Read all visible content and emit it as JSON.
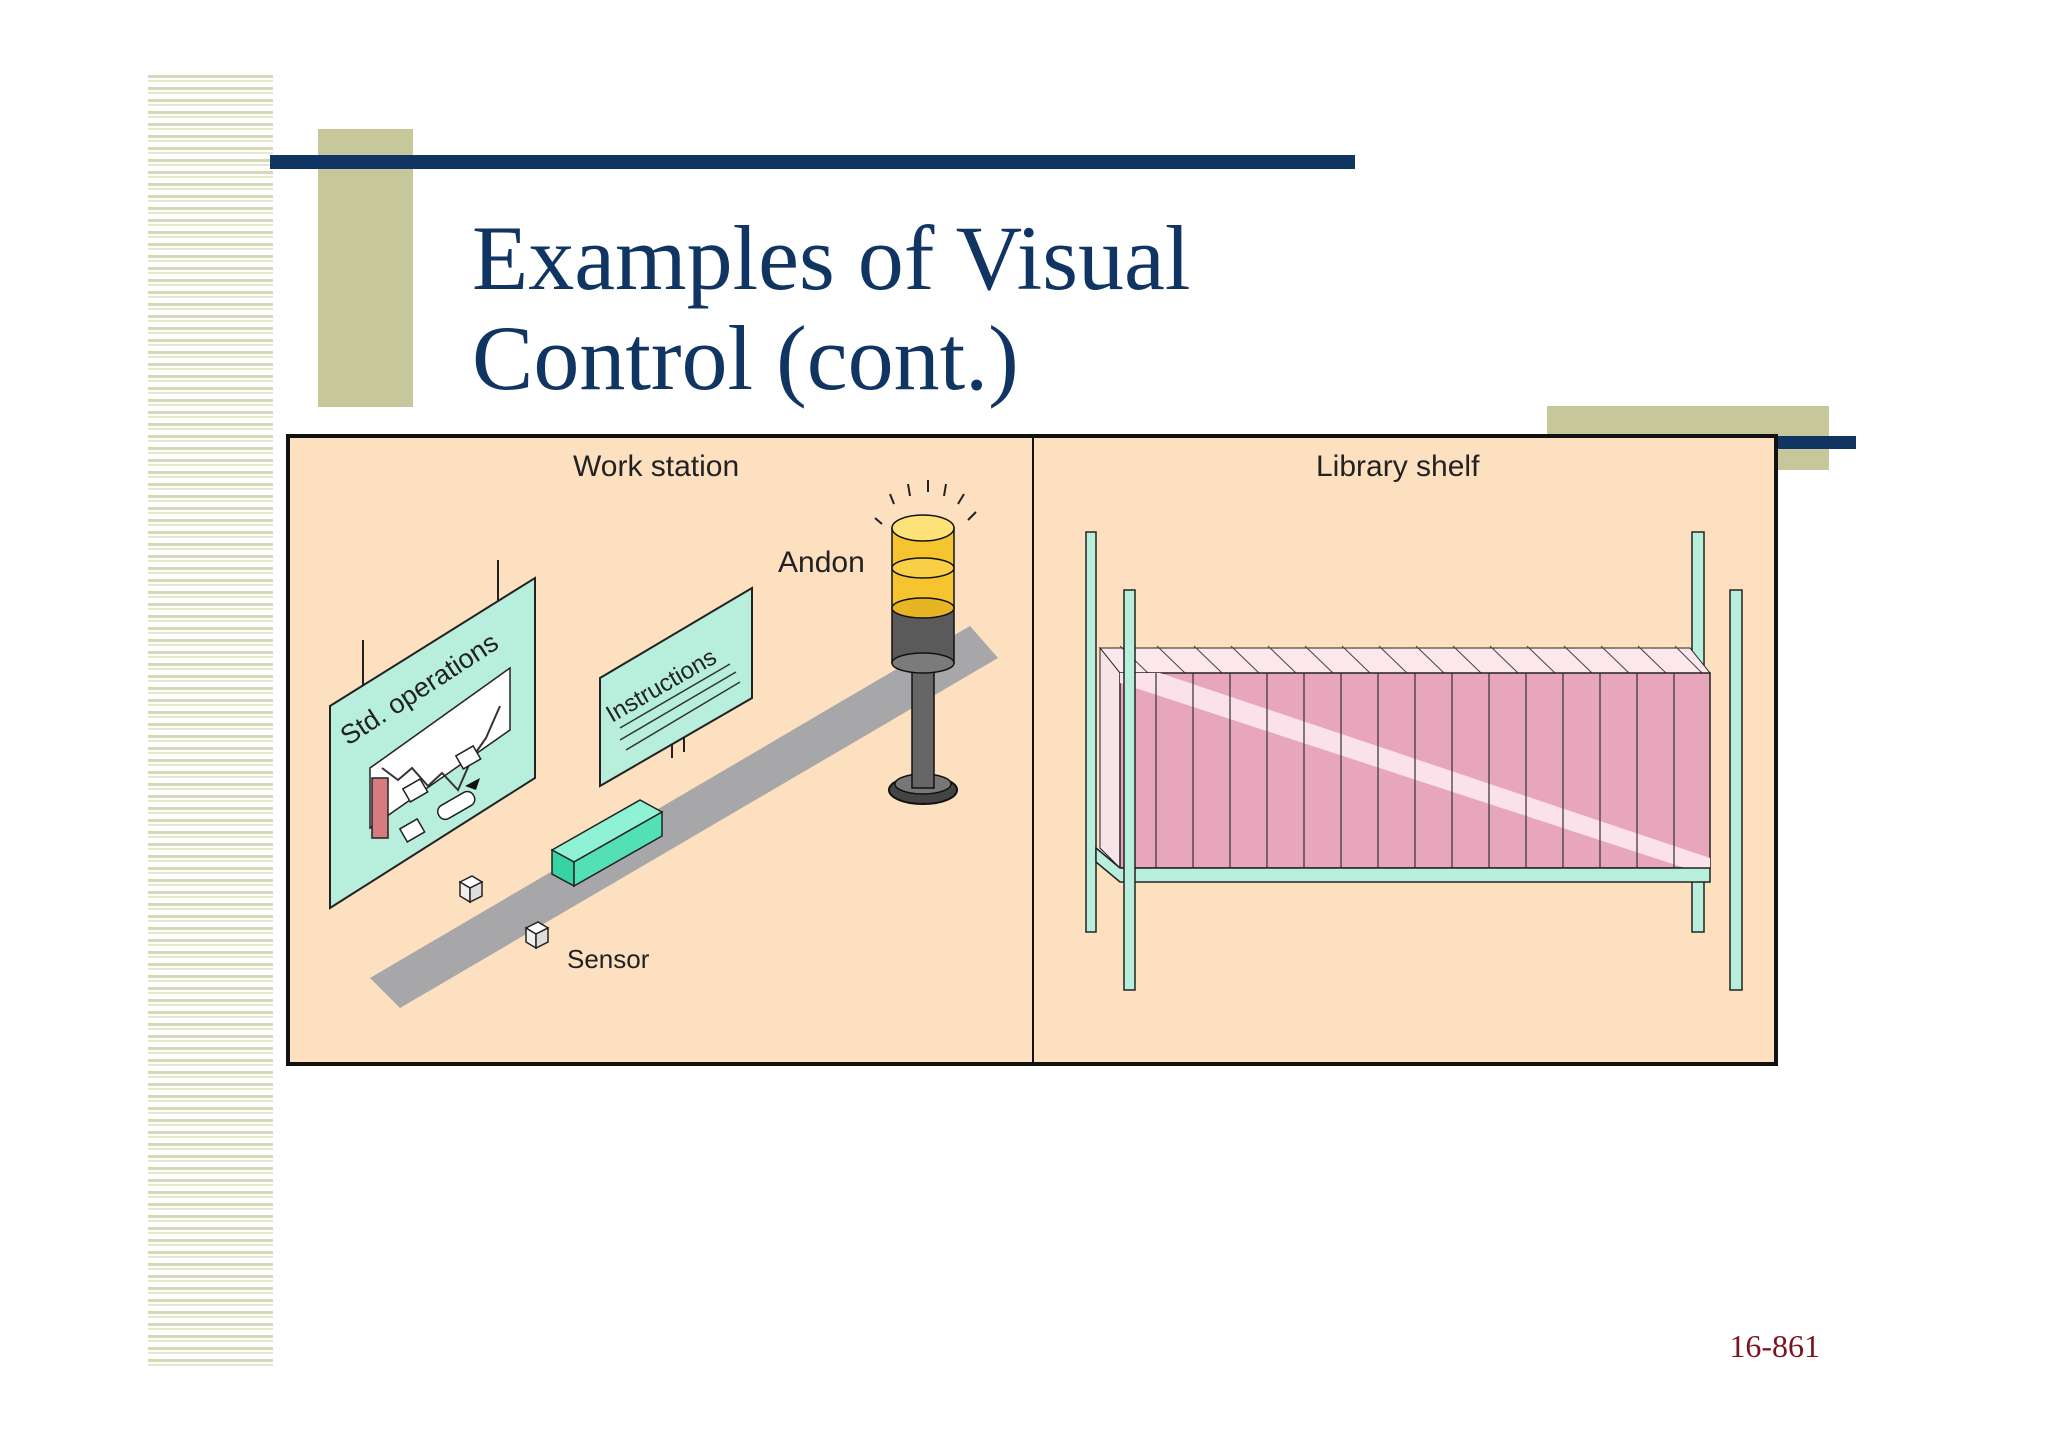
{
  "slide": {
    "title_line1": "Examples of Visual",
    "title_line2": "Control (cont.)",
    "page_number": "16-861"
  },
  "figure": {
    "left_panel": {
      "heading": "Work station",
      "andon_label": "Andon",
      "sensor_label": "Sensor",
      "std_ops_sign": "Std. operations",
      "instructions_sign": "Instructions"
    },
    "right_panel": {
      "heading": "Library shelf"
    }
  },
  "colors": {
    "title": "#103563",
    "accent": "#c7c79c",
    "figure_background": "#fde0bf",
    "page_number": "#7a1520"
  }
}
